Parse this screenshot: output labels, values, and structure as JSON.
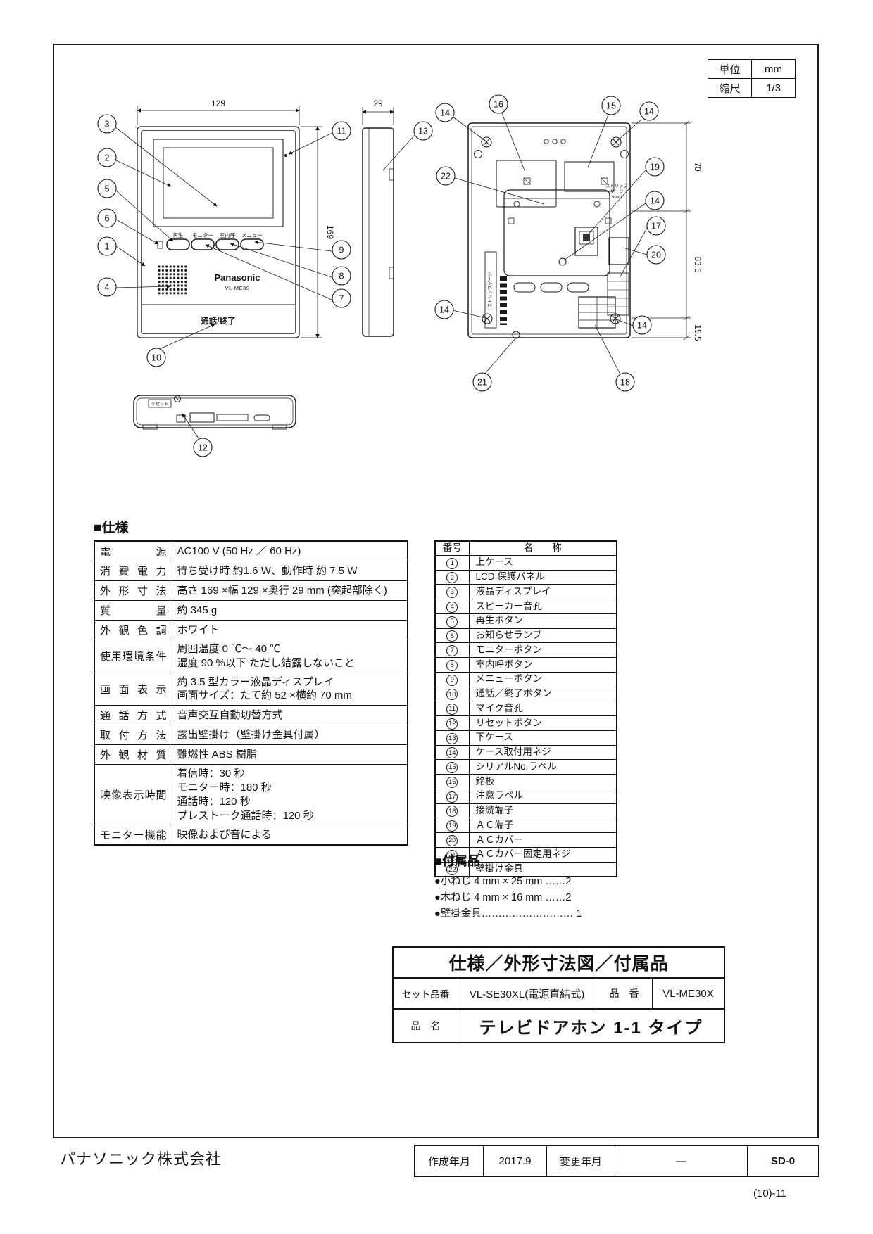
{
  "unit_table": {
    "unit_label": "単位",
    "unit_value": "mm",
    "scale_label": "縮尺",
    "scale_value": "1/3"
  },
  "drawing": {
    "callouts": {
      "n1": "1",
      "n2": "2",
      "n3": "3",
      "n4": "4",
      "n5": "5",
      "n6": "6",
      "n7": "7",
      "n8": "8",
      "n9": "9",
      "n10": "10",
      "n11": "11",
      "n12": "12",
      "n13": "13",
      "n14": "14",
      "n15": "15",
      "n16": "16",
      "n17": "17",
      "n18": "18",
      "n19": "19",
      "n20": "20",
      "n21": "21",
      "n22": "22"
    },
    "front": {
      "dim_width": "129",
      "dim_height": "169",
      "buttons": [
        "再生",
        "モニター",
        "室内呼",
        "メニュー"
      ],
      "brand": "Panasonic",
      "model": "VL-ME30",
      "talk_label": "通話/終了"
    },
    "side": {
      "dim_depth": "29"
    },
    "back": {
      "dim_top": "70",
      "dim_mid": "83.5",
      "dim_bottom": "15.5",
      "strip_right_1": "ストリップ",
      "strip_right_2": "ゲージ",
      "strip_right_3": "9mm",
      "strip_left": "ストリップゲージ"
    },
    "bottom": {
      "reset_label": "リセット"
    }
  },
  "spec": {
    "heading": "■仕様",
    "rows": [
      {
        "label": "電源",
        "value": "AC100 V (50 Hz ／ 60 Hz)"
      },
      {
        "label": "消費電力",
        "value": "待ち受け時 約1.6 W、動作時 約 7.5 W"
      },
      {
        "label": "外形寸法",
        "value": "高さ 169 ×幅 129 ×奥行 29 mm (突起部除く)"
      },
      {
        "label": "質量",
        "value": "約 345 g"
      },
      {
        "label": "外観色調",
        "value": "ホワイト"
      },
      {
        "label": "使用環境条件",
        "value": "周囲温度 0 ℃～ 40 ℃\n湿度 90 %以下 ただし結露しないこと"
      },
      {
        "label": "画面表示",
        "value": "約 3.5 型カラー液晶ディスプレイ\n画面サイズ：たて約 52 ×横約 70 mm"
      },
      {
        "label": "通話方式",
        "value": "音声交互自動切替方式"
      },
      {
        "label": "取付方法",
        "value": "露出壁掛け（壁掛け金具付属）"
      },
      {
        "label": "外観材質",
        "value": "難燃性 ABS 樹脂"
      },
      {
        "label": "映像表示時間",
        "value": "着信時：30 秒\nモニター時：180 秒\n通話時：120 秒\nプレストーク通話時：120 秒"
      },
      {
        "label": "モニター機能",
        "value": "映像および音による"
      }
    ]
  },
  "parts": {
    "header_no": "番号",
    "header_name": "名　　称",
    "rows": [
      {
        "no": "1",
        "name": "上ケース"
      },
      {
        "no": "2",
        "name": "LCD 保護パネル"
      },
      {
        "no": "3",
        "name": "液晶ディスプレイ"
      },
      {
        "no": "4",
        "name": "スピーカー音孔"
      },
      {
        "no": "5",
        "name": "再生ボタン"
      },
      {
        "no": "6",
        "name": "お知らせランプ"
      },
      {
        "no": "7",
        "name": "モニターボタン"
      },
      {
        "no": "8",
        "name": "室内呼ボタン"
      },
      {
        "no": "9",
        "name": "メニューボタン"
      },
      {
        "no": "10",
        "name": "通話／終了ボタン"
      },
      {
        "no": "11",
        "name": "マイク音孔"
      },
      {
        "no": "12",
        "name": "リセットボタン"
      },
      {
        "no": "13",
        "name": "下ケース"
      },
      {
        "no": "14",
        "name": "ケース取付用ネジ"
      },
      {
        "no": "15",
        "name": "シリアルNo.ラベル"
      },
      {
        "no": "16",
        "name": "銘板"
      },
      {
        "no": "17",
        "name": "注意ラベル"
      },
      {
        "no": "18",
        "name": "接続端子"
      },
      {
        "no": "19",
        "name": "ＡＣ端子"
      },
      {
        "no": "20",
        "name": "ＡＣカバー"
      },
      {
        "no": "21",
        "name": "ＡＣカバー固定用ネジ"
      },
      {
        "no": "22",
        "name": "壁掛け金具"
      }
    ]
  },
  "accessories": {
    "heading": "■付属品",
    "items": [
      "●小ねじ 4 mm × 25 mm ……2",
      "●木ねじ 4 mm × 16 mm ……2",
      "●壁掛金具……………………… 1"
    ]
  },
  "title_block": {
    "title": "仕様／外形寸法図／付属品",
    "set_label": "セット品番",
    "set_value": "VL-SE30XL(電源直結式)",
    "pn_label": "品　番",
    "pn_value": "VL-ME30X",
    "name_label": "品　名",
    "name_value": "テレビドアホン 1-1 タイプ"
  },
  "footer": {
    "company": "パナソニック株式会社",
    "created_label": "作成年月",
    "created_value": "2017.9",
    "changed_label": "変更年月",
    "changed_value": "―",
    "doc_code": "SD-0",
    "page_ref": "(10)-11"
  }
}
